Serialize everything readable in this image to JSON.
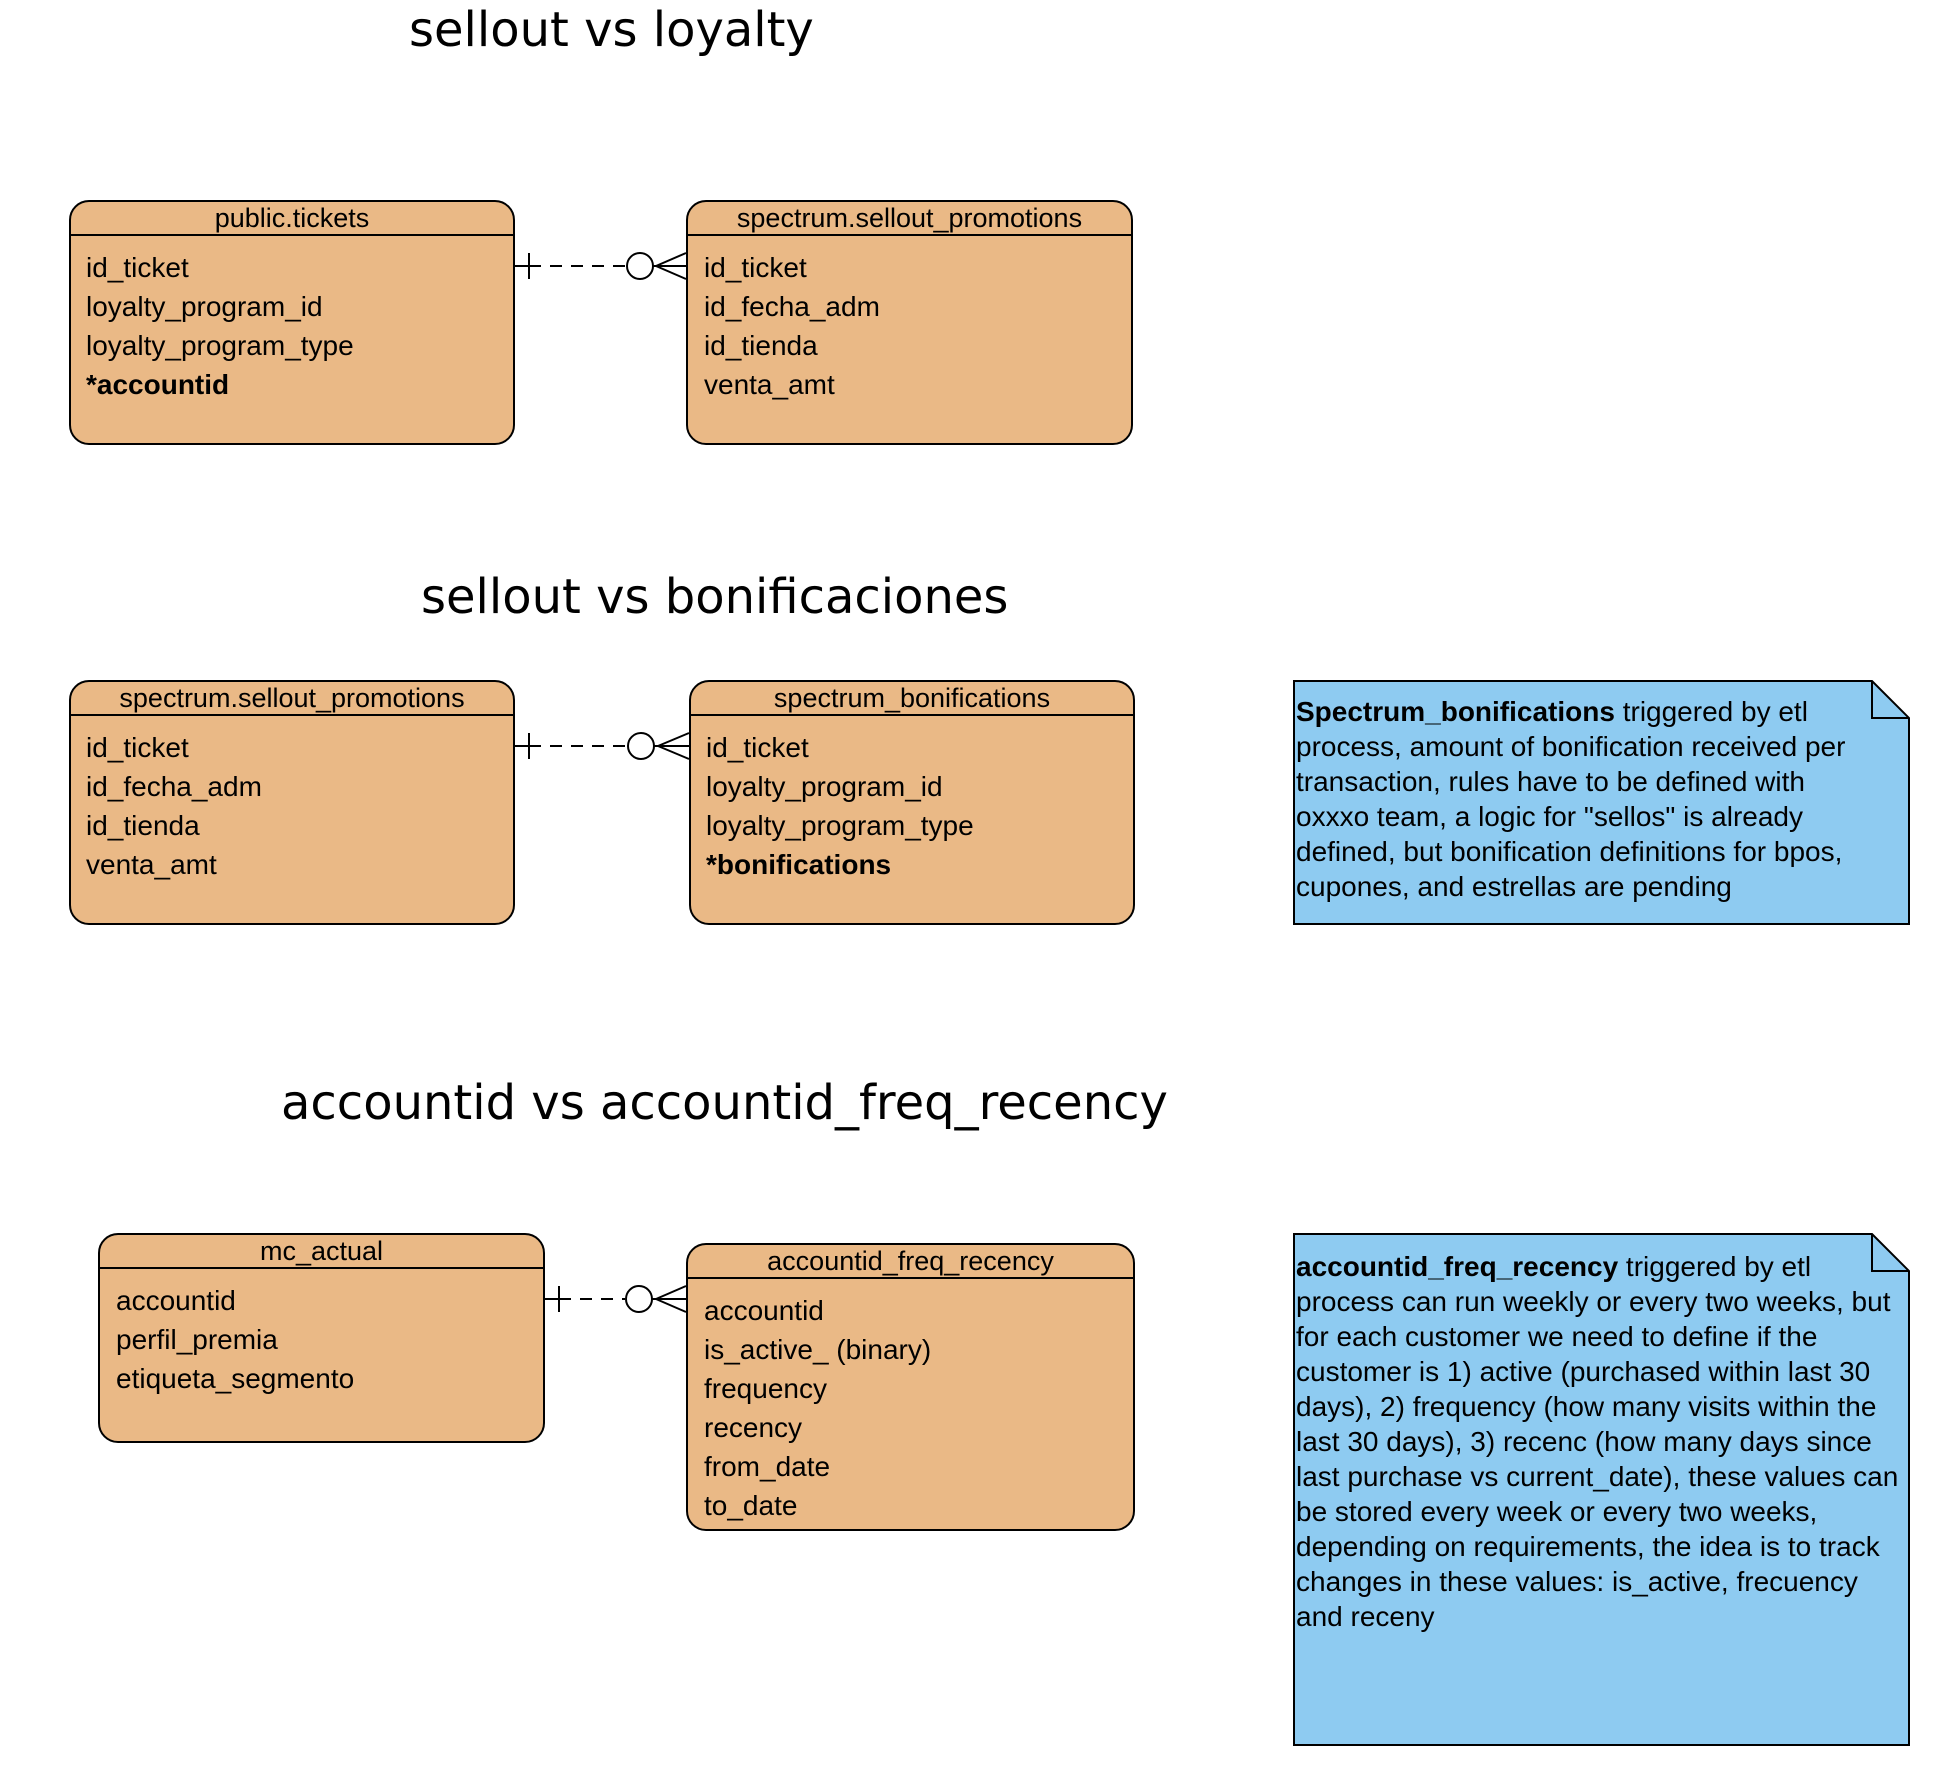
{
  "sections": [
    {
      "title": "sellout vs loyalty",
      "left_entity": {
        "name": "public.tickets",
        "fields": [
          "id_ticket",
          "loyalty_program_id",
          "loyalty_program_type"
        ],
        "key_field": "*accountid"
      },
      "right_entity": {
        "name": "spectrum.sellout_promotions",
        "fields": [
          "id_ticket",
          "id_fecha_adm",
          "id_tienda",
          "venta_amt"
        ]
      },
      "relationship": "one-to-zero-or-many"
    },
    {
      "title": "sellout vs bonificaciones",
      "left_entity": {
        "name": "spectrum.sellout_promotions",
        "fields": [
          "id_ticket",
          "id_fecha_adm",
          "id_tienda",
          "venta_amt"
        ]
      },
      "right_entity": {
        "name": "spectrum_bonifications",
        "fields": [
          "id_ticket",
          "loyalty_program_id",
          "loyalty_program_type"
        ],
        "key_field": "*bonifications"
      },
      "relationship": "one-to-zero-or-many",
      "note": {
        "bold": "Spectrum_bonifications",
        "text": " triggered by etl process, amount of bonification received per transaction, rules have to be defined with oxxxo team, a logic for \"sellos\" is already defined, but bonification definitions for bpos, cupones, and estrellas are pending"
      }
    },
    {
      "title": "accountid vs accountid_freq_recency",
      "left_entity": {
        "name": "mc_actual",
        "fields": [
          "accountid",
          "perfil_premia",
          "etiqueta_segmento"
        ]
      },
      "right_entity": {
        "name": "accountid_freq_recency",
        "fields": [
          "accountid",
          "is_active_ (binary)",
          "frequency",
          "recency",
          "from_date",
          "to_date"
        ]
      },
      "relationship": "one-to-zero-or-many",
      "note": {
        "bold": "accountid_freq_recency",
        "text": " triggered by etl process can run weekly or every two weeks, but for each customer we need to define if the customer is 1) active (purchased within last 30 days), 2) frequency (how many visits within the last 30 days), 3) recenc (how many days since last purchase vs current_date), these values can be stored every week or every two weeks, depending on requirements, the idea is to track changes in these values: is_active, frecuency and receny"
      }
    }
  ],
  "colors": {
    "entity_fill": "#EAB986",
    "note_fill": "#8ECBF1",
    "stroke": "#000000"
  }
}
